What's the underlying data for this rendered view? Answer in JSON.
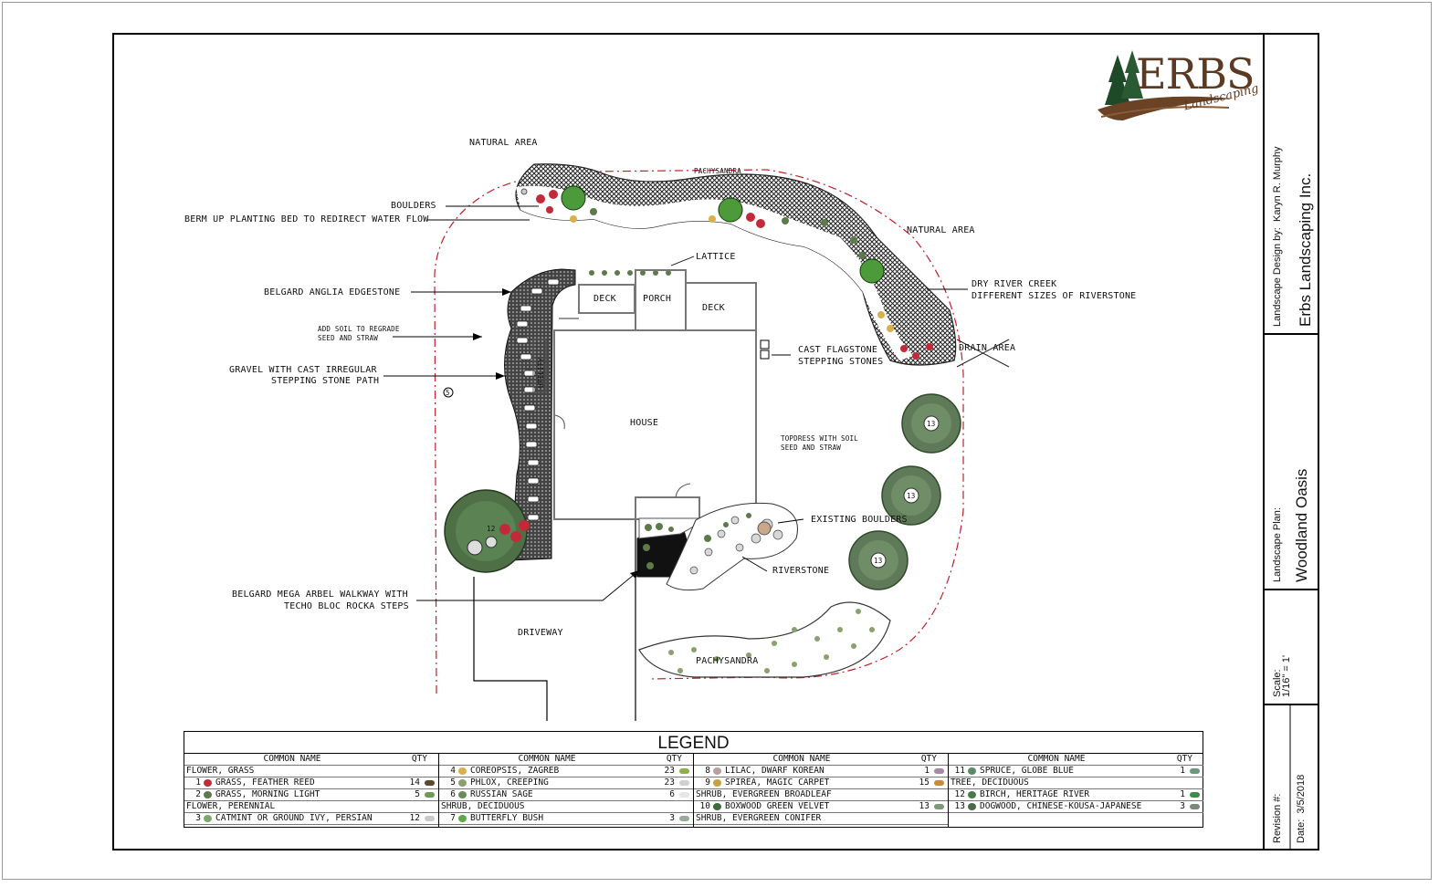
{
  "logo": {
    "brand": "ERBS",
    "tagline": "Landscaping"
  },
  "title_block": {
    "designer_label": "Landscape Design by:",
    "designer": "Karyn R. Murphy",
    "company": "Erbs Landscaping Inc.",
    "plan_label": "Landscape Plan:",
    "plan_name": "Woodland Oasis",
    "scale_label": "Scale:",
    "scale": "1/16\" = 1'",
    "revision_label": "Revision #:",
    "date_label": "Date:",
    "date": "3/5/2018"
  },
  "plan_labels": {
    "natural_area_1": "NATURAL AREA",
    "pachysandra_1": "PACHYSANDRA",
    "boulders": "BOULDERS",
    "berm": "BERM UP PLANTING BED TO REDIRECT WATER FLOW",
    "natural_area_2": "NATURAL AREA",
    "lattice": "LATTICE",
    "edgestone": "BELGARD ANGLIA EDGESTONE",
    "add_soil_1": "ADD SOIL TO REGRADE",
    "add_soil_2": "SEED AND STRAW",
    "dry_creek_1": "DRY RIVER CREEK",
    "dry_creek_2": "DIFFERENT SIZES OF RIVERSTONE",
    "drain_area": "DRAIN AREA",
    "deck_1": "DECK",
    "porch": "PORCH",
    "deck_2": "DECK",
    "gravel_1": "GRAVEL WITH CAST IRREGULAR",
    "gravel_2": "STEPPING STONE PATH",
    "flagstone_1": "CAST FLAGSTONE",
    "flagstone_2": "STEPPING STONES",
    "utility": "UTILITY",
    "house": "HOUSE",
    "topdress_1": "TOPDRESS WITH SOIL",
    "topdress_2": "SEED AND STRAW",
    "existing_boulders": "EXISTING BOULDERS",
    "riverstone": "RIVERSTONE",
    "walkway_1": "BELGARD MEGA ARBEL WALKWAY WITH",
    "walkway_2": "TECHO BLOC ROCKA STEPS",
    "driveway": "DRIVEWAY",
    "pachysandra_2": "PACHYSANDRA",
    "tree_tag": "13",
    "bed_tag": "12",
    "plant_tag": "5"
  },
  "legend": {
    "title": "LEGEND",
    "col_header": "COMMON NAME",
    "qty_header": "QTY",
    "columns": [
      [
        {
          "kind": "cat",
          "name": "FLOWER, GRASS"
        },
        {
          "kind": "item",
          "num": "1",
          "name": "GRASS, FEATHER REED",
          "qty": "14",
          "color": "#c22a3a",
          "qcolor": "#5b4a2a"
        },
        {
          "kind": "item",
          "num": "2",
          "name": "GRASS, MORNING LIGHT",
          "qty": "5",
          "color": "#5d7a4a",
          "qcolor": "#6e9a55"
        },
        {
          "kind": "cat",
          "name": "FLOWER, PERENNIAL"
        },
        {
          "kind": "item",
          "num": "3",
          "name": "CATMINT OR GROUND IVY, PERSIAN",
          "qty": "12",
          "color": "#7aa86a",
          "qcolor": "#c9c9c9"
        }
      ],
      [
        {
          "kind": "item",
          "num": "4",
          "name": "COREOPSIS, ZAGREB",
          "qty": "23",
          "color": "#d9b04a",
          "qcolor": "#8db04a"
        },
        {
          "kind": "item",
          "num": "5",
          "name": "PHLOX, CREEPING",
          "qty": "23",
          "color": "#8aa070",
          "qcolor": "#d0d0d0"
        },
        {
          "kind": "item",
          "num": "6",
          "name": "RUSSIAN SAGE",
          "qty": "6",
          "color": "#6b8a5a",
          "qcolor": "#e5e5e5"
        },
        {
          "kind": "cat",
          "name": "SHRUB, DECIDUOUS"
        },
        {
          "kind": "item",
          "num": "7",
          "name": "BUTTERFLY BUSH",
          "qty": "3",
          "color": "#5fa84a",
          "qcolor": "#9aaa9a"
        }
      ],
      [
        {
          "kind": "item",
          "num": "8",
          "name": "LILAC, DWARF KOREAN",
          "qty": "1",
          "color": "#b8a0a0",
          "qcolor": "#a58aa8"
        },
        {
          "kind": "item",
          "num": "9",
          "name": "SPIREA, MAGIC CARPET",
          "qty": "15",
          "color": "#c9a040",
          "qcolor": "#c98a3a"
        },
        {
          "kind": "cat",
          "name": "SHRUB, EVERGREEN BROADLEAF"
        },
        {
          "kind": "item",
          "num": "10",
          "name": "BOXWOOD GREEN VELVET",
          "qty": "13",
          "color": "#3f6a3a",
          "qcolor": "#7a9a7a"
        },
        {
          "kind": "cat",
          "name": "SHRUB, EVERGREEN CONIFER"
        }
      ],
      [
        {
          "kind": "item",
          "num": "11",
          "name": "SPRUCE, GLOBE BLUE",
          "qty": "1",
          "color": "#5a8a6a",
          "qcolor": "#6a9a7a"
        },
        {
          "kind": "cat",
          "name": "TREE, DECIDUOUS"
        },
        {
          "kind": "item",
          "num": "12",
          "name": "BIRCH, HERITAGE RIVER",
          "qty": "1",
          "color": "#4a7a4a",
          "qcolor": "#3f8a4a"
        },
        {
          "kind": "item",
          "num": "13",
          "name": "DOGWOOD, CHINESE-KOUSA-JAPANESE",
          "qty": "3",
          "color": "#4a6a4a",
          "qcolor": "#7a8a7a"
        }
      ]
    ]
  },
  "colors": {
    "paving": "#2a2a2a",
    "property_line": "#c0202a",
    "tree": "#4f6b47",
    "brand_brown": "#5a3a22"
  }
}
